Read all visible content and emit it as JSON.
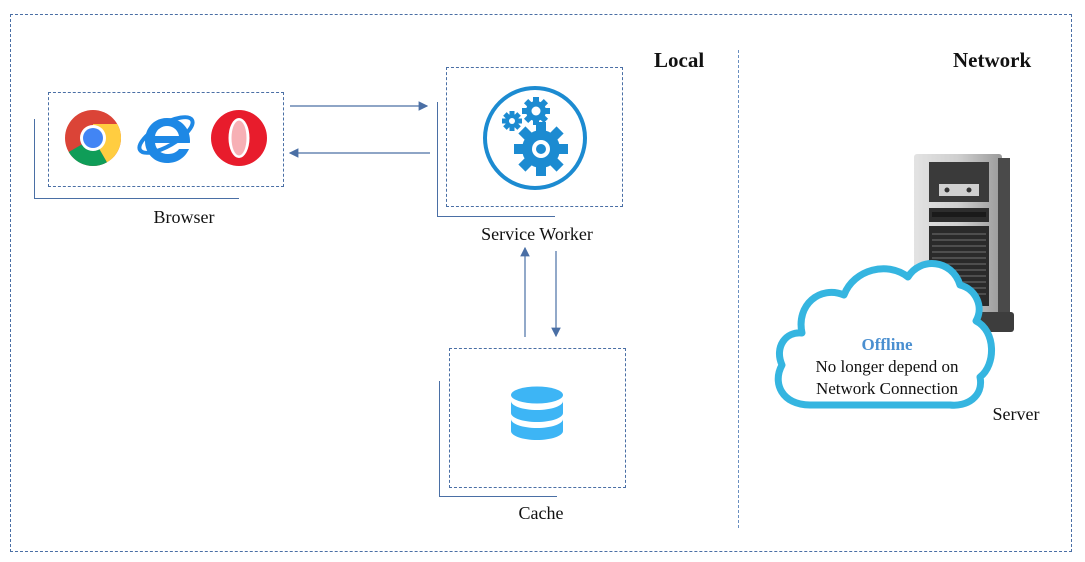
{
  "sections": {
    "local_label": "Local",
    "network_label": "Network"
  },
  "nodes": {
    "browser": {
      "caption": "Browser",
      "icons": [
        "chrome-icon",
        "internet-explorer-icon",
        "opera-icon"
      ]
    },
    "service_worker": {
      "caption": "Service Worker",
      "icon": "gears-icon"
    },
    "cache": {
      "caption": "Cache",
      "icon": "database-icon"
    },
    "server": {
      "caption": "Server",
      "icon": "server-tower-icon"
    }
  },
  "cloud": {
    "title": "Offline",
    "line1": "No longer depend on",
    "line2": "Network Connection"
  },
  "colors": {
    "frame": "#4a6fa5",
    "arrow": "#4a6fa5",
    "gear": "#1c8bd1",
    "database": "#3db5f5",
    "cloud_stroke": "#35b5e0",
    "offline_text": "#4a8fd0"
  }
}
